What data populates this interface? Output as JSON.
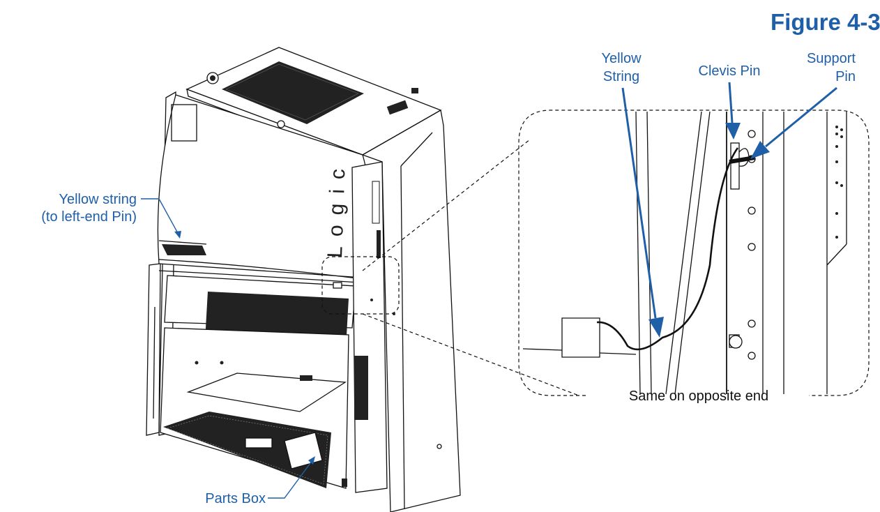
{
  "figure": {
    "title": "Figure 4-3",
    "brand_text": "Logic",
    "labels": {
      "yellow_string_left_line1": "Yellow string",
      "yellow_string_left_line2": "(to left-end Pin)",
      "parts_box": "Parts Box",
      "yellow_string_detail_line1": "Yellow",
      "yellow_string_detail_line2": "String",
      "clevis_pin": "Clevis Pin",
      "support_pin_line1": "Support",
      "support_pin_line2": "Pin",
      "same_on_opposite_end": "Same on opposite end"
    },
    "colors": {
      "label_blue": "#1f5fa8",
      "line_black": "#111111",
      "background": "#ffffff"
    }
  }
}
